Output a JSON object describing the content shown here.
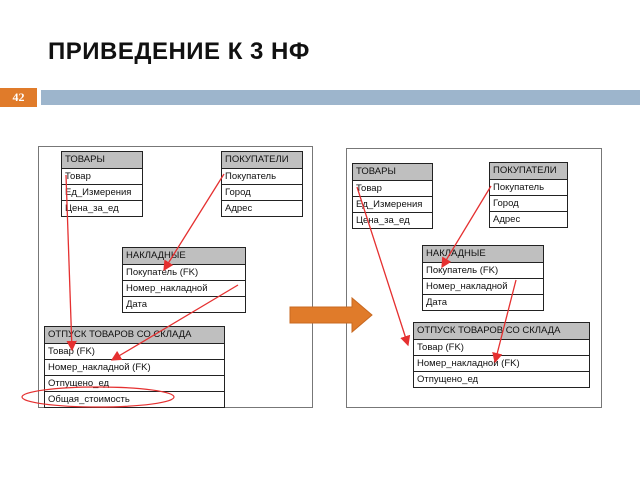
{
  "slide": {
    "title": "ПРИВЕДЕНИЕ К 3 НФ",
    "number": "42"
  },
  "colors": {
    "accent_orange": "#e07b2a",
    "bar_blue": "#9db5cc",
    "relation_red": "#e53030",
    "header_gray": "#bfbfbf"
  },
  "left_diagram": {
    "tables": {
      "tovary": {
        "header": "ТОВАРЫ",
        "rows": [
          "Товар",
          "Ед_Измерения",
          "Цена_за_ед"
        ]
      },
      "pokupateli": {
        "header": "ПОКУПАТЕЛИ",
        "rows": [
          "Покупатель",
          "Город",
          "Адрес"
        ]
      },
      "nakladnye": {
        "header": "НАКЛАДНЫЕ",
        "rows": [
          "Покупатель (FK)",
          "Номер_накладной",
          "Дата"
        ]
      },
      "otpusk": {
        "header": "ОТПУСК ТОВАРОВ СО СКЛАДА",
        "rows": [
          "Товар (FK)",
          "Номер_накладной (FK)",
          "Отпущено_ед",
          "Общая_стоимость"
        ]
      }
    }
  },
  "right_diagram": {
    "tables": {
      "tovary": {
        "header": "ТОВАРЫ",
        "rows": [
          "Товар",
          "Ед_Измерения",
          "Цена_за_ед"
        ]
      },
      "pokupateli": {
        "header": "ПОКУПАТЕЛИ",
        "rows": [
          "Покупатель",
          "Город",
          "Адрес"
        ]
      },
      "nakladnye": {
        "header": "НАКЛАДНЫЕ",
        "rows": [
          "Покупатель (FK)",
          "Номер_накладной",
          "Дата"
        ]
      },
      "otpusk": {
        "header": "ОТПУСК ТОВАРОВ СО СКЛАДА",
        "rows": [
          "Товар (FK)",
          "Номер_накладной (FK)",
          "Отпущено_ед"
        ]
      }
    }
  },
  "transition_arrow": {
    "icon": "right-arrow-icon",
    "color": "#e07b2a"
  }
}
